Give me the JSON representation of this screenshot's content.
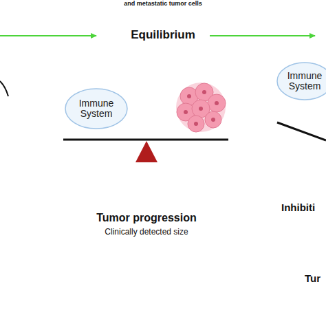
{
  "diagram": {
    "nodes": [
      {
        "text": [
          "Immune System"
        ]
      },
      {
        "text": [
          "Immune System"
        ]
      }
    ],
    "labels": [
      "and metastatic tumor cells",
      "Equilibrium",
      "Tumor progression",
      "Clinically detected size",
      "Inhibiti",
      "Tur"
    ]
  }
}
